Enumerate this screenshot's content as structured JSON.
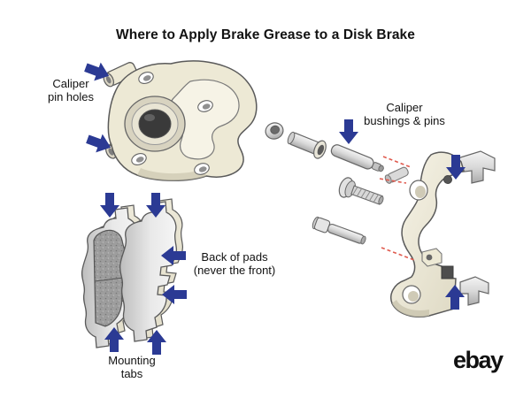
{
  "title": "Where to Apply Brake Grease to a Disk Brake",
  "annotations": {
    "caliper_pin_holes": {
      "line1": "Caliper",
      "line2": "pin holes"
    },
    "caliper_bushings_pins": {
      "line1": "Caliper",
      "line2": "bushings & pins"
    },
    "back_of_pads": {
      "line1": "Back of pads",
      "line2": "(never the front)"
    },
    "mounting_tabs": {
      "line1": "Mounting",
      "line2": "tabs"
    }
  },
  "branding": {
    "logo_text": "ebay"
  },
  "colors": {
    "arrow": "#2B3A94",
    "leader": "#E05A4E",
    "text": "#121212",
    "background": "#FFFFFF",
    "part_cream": "#EDE9D5",
    "part_cream_light": "#F6F3E6",
    "part_shadow": "#C9C4AE",
    "metal_light": "#EFEFEF",
    "metal_mid": "#C9C9C9",
    "metal_dark": "#8F8F8F",
    "friction": "#9D9D9D",
    "outline": "#5A5A5A",
    "bore_dark": "#3A3A3A"
  }
}
